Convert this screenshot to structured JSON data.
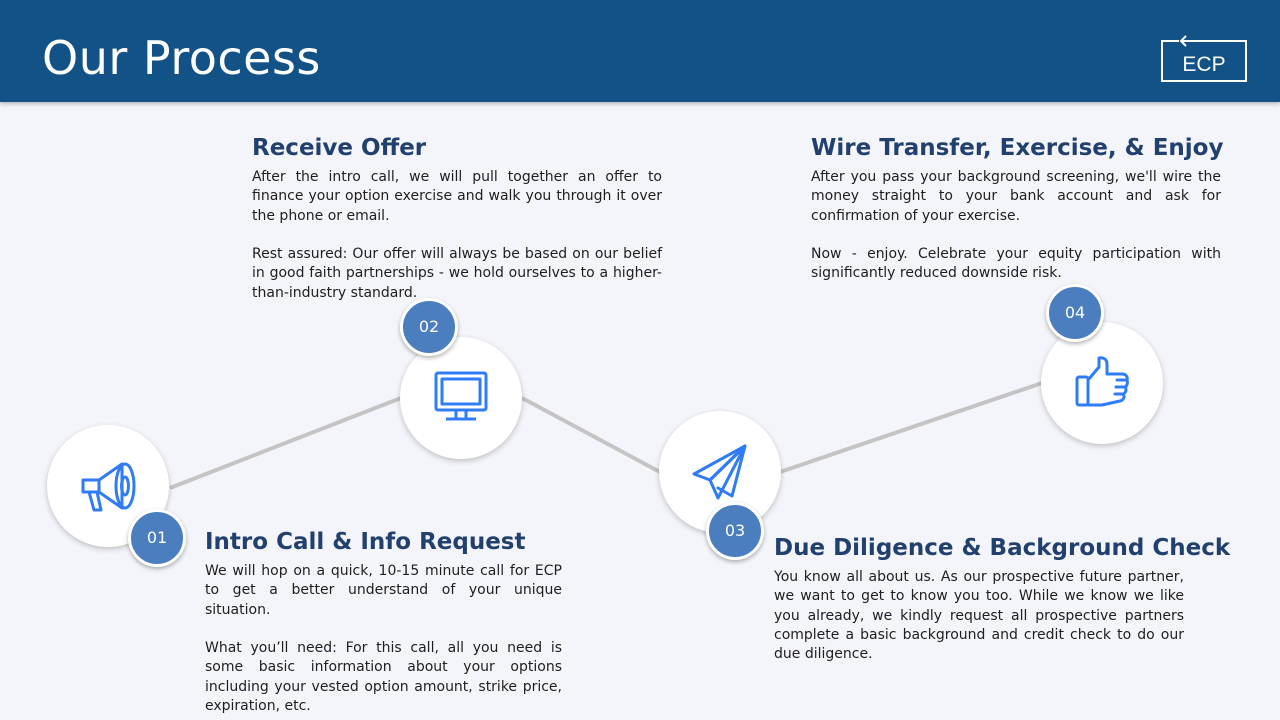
{
  "header": {
    "title": "Our Process",
    "logo_text": "ECP"
  },
  "colors": {
    "header_bg": "#125287",
    "badge_bg": "#4a7ebf",
    "icon": "#2f7cf6",
    "step_title": "#22406e",
    "connector": "#c4c4c4"
  },
  "steps": [
    {
      "number": "01",
      "icon": "megaphone-icon",
      "title": "Intro Call & Info Request",
      "paragraphs": [
        "We will hop on a quick, 10-15 minute call for ECP to get a better understand of your unique situation.",
        "What you’ll need: For this call, all you need is some basic information about your options including your vested option amount, strike price, expiration, etc."
      ]
    },
    {
      "number": "02",
      "icon": "monitor-icon",
      "title": "Receive Offer",
      "paragraphs": [
        "After the intro call, we will pull together an offer to finance your option exercise and walk you through it over the phone or email.",
        "Rest assured: Our offer will always be based on our belief in good faith partnerships - we hold ourselves to a higher-than-industry standard."
      ]
    },
    {
      "number": "03",
      "icon": "paper-plane-icon",
      "title": "Due Diligence & Background Check",
      "paragraphs": [
        "You know all about us. As our prospective future partner, we want to get to know you too. While we know we like you already, we kindly request all prospective partners complete a basic background and credit check to do our due diligence."
      ]
    },
    {
      "number": "04",
      "icon": "thumbs-up-icon",
      "title": "Wire Transfer, Exercise, & Enjoy",
      "paragraphs": [
        "After you pass your background screening, we'll wire the money straight to your bank account and ask for confirmation of your exercise.",
        "Now - enjoy. Celebrate your equity participation with significantly reduced downside risk."
      ]
    }
  ]
}
